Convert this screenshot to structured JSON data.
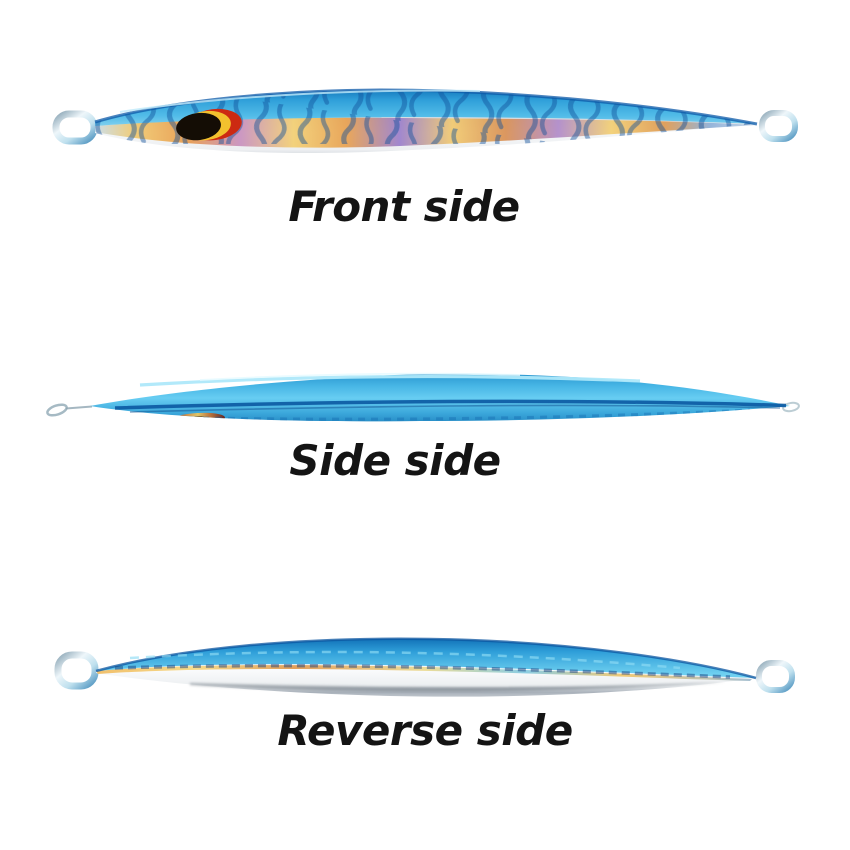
{
  "page": {
    "background": "#ffffff",
    "kind": "product-photo"
  },
  "views": [
    {
      "id": "front",
      "label": "Front side"
    },
    {
      "id": "side",
      "label": "Side side"
    },
    {
      "id": "reverse",
      "label": "Reverse side"
    }
  ],
  "colors": {
    "label_text": "#141414",
    "body_blue": "#2f9fd9",
    "body_blue_deep": "#0e6cb4",
    "body_cyan_highlight": "#9adcf2",
    "stripe_navy": "#0f4f9a",
    "holo_gold": "#f3cf72",
    "holo_orange": "#e89a4a",
    "holo_purple": "#9a7ecb",
    "belly_silver": "#f4f6f8",
    "chrome_shadow": "#59636e",
    "eye_red": "#cc2a12",
    "eye_yellow": "#f2c12e",
    "eye_black": "#140d05",
    "ring_silver": "#eef6fa",
    "ring_blue": "#4f94c0"
  }
}
